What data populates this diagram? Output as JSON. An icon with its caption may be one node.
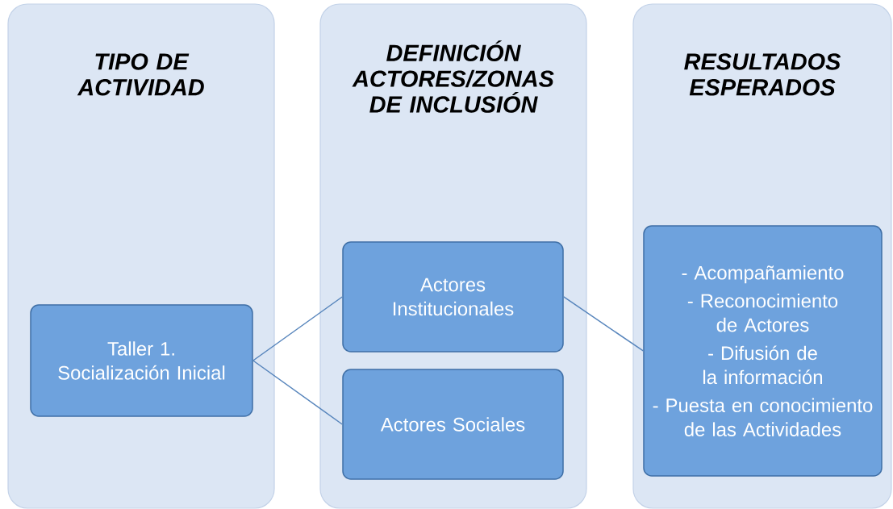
{
  "diagram": {
    "nodes": [
      {
        "text": [
          "TIPO DE ACTIVIDAD"
        ]
      },
      {
        "text": [
          "DEFINICIÓN ACTORES/ZONAS DE INCLUSIÓN"
        ]
      },
      {
        "text": [
          "RESULTADOS ESPERADOS"
        ]
      },
      {
        "text": [
          "Taller 1. Socialización Inicial"
        ],
        "in": 0
      },
      {
        "text": [
          "Actores Institucionales"
        ],
        "in": 1
      },
      {
        "text": [
          "Actores Sociales"
        ],
        "in": 1
      },
      {
        "text": [
          "- Acompañamiento",
          "- Reconocimiento de Actores",
          "- Difusión de la información",
          "- Puesta en conocimiento de las Actividades"
        ],
        "in": 2
      }
    ],
    "edges": [
      {
        "from": 3,
        "to": 4,
        "arrow": "none"
      },
      {
        "from": 3,
        "to": 5,
        "arrow": "none"
      },
      {
        "from": 4,
        "to": 6,
        "arrow": "none"
      }
    ]
  }
}
